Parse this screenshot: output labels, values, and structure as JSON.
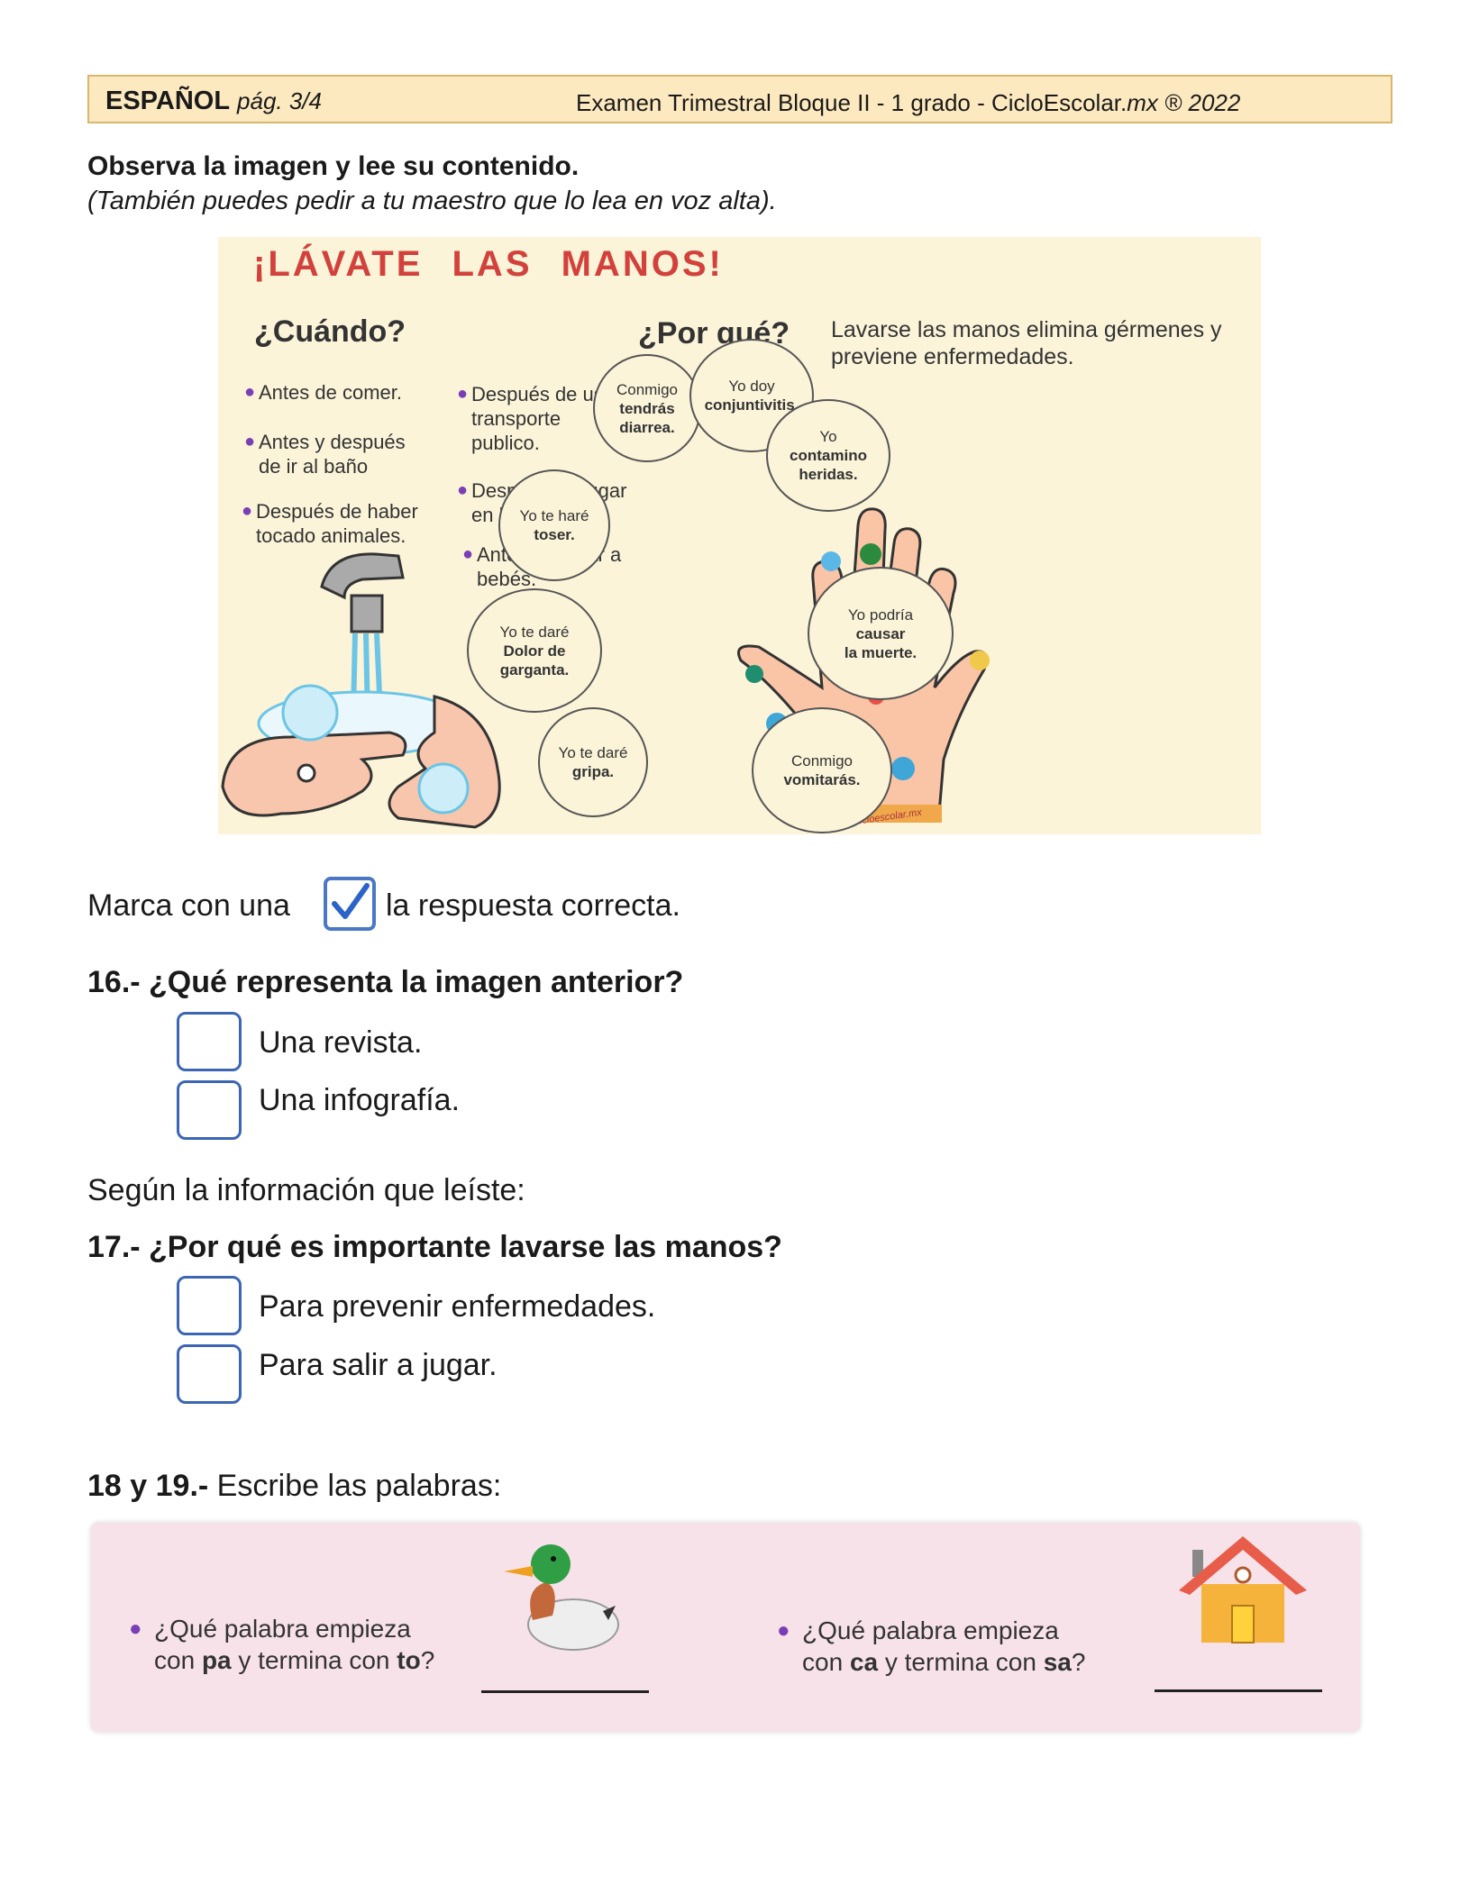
{
  "header": {
    "subject": "ESPAÑOL",
    "page": "pág. 3/4",
    "exam_plain": "Examen Trimestral Bloque II - 1 grado - CicloEscolar.",
    "exam_italic": "mx ® 2022"
  },
  "instructions": {
    "line1": "Observa la imagen y lee su contenido.",
    "line2": "(También puedes pedir a tu maestro que lo lea en voz alta)."
  },
  "infographic": {
    "title": "¡LÁVATE LAS MANOS!",
    "when_heading": "¿Cuándo?",
    "why_heading": "¿Por qué?",
    "why_text": "Lavarse las manos elimina gérmenes y previene enfermedades.",
    "when_items_left": [
      "Antes de comer.",
      "Antes y después de ir al baño",
      "Después de haber tocado animales."
    ],
    "when_items_right": [
      "Después de usar transporte publico.",
      "Después de jugar en la calle.",
      "Antes de tocar a bebés."
    ],
    "bubbles": {
      "diarrea": {
        "line1": "Conmigo",
        "line2": "tendrás",
        "line3": "diarrea."
      },
      "conjuntivitis": {
        "line1": "Yo doy",
        "line2": "conjuntivitis."
      },
      "heridas": {
        "line1": "Yo",
        "line2": "contamino",
        "line3": "heridas."
      },
      "toser": {
        "line1": "Yo te haré",
        "line2": "toser."
      },
      "garganta": {
        "line1": "Yo te daré",
        "line2": "Dolor de",
        "line3": "garganta."
      },
      "muerte": {
        "line1": "Yo podría",
        "line2": "causar",
        "line3": "la muerte."
      },
      "gripa": {
        "line1": "Yo te daré",
        "line2": "gripa."
      },
      "vomitar": {
        "line1": "Conmigo",
        "line2": "vomitarás."
      }
    },
    "website": "www.cicloescolar.mx"
  },
  "mark_instruction": {
    "before": "Marca con una",
    "after": "la respuesta correcta."
  },
  "q16": {
    "question": "16.- ¿Qué representa la imagen anterior?",
    "options": [
      "Una revista.",
      "Una infografía."
    ]
  },
  "info_read": "Según la información que leíste:",
  "q17": {
    "question": "17.- ¿Por qué es importante lavarse las manos?",
    "options": [
      "Para prevenir enfermedades.",
      "Para salir a jugar."
    ]
  },
  "q18_19": {
    "label_bold": "18 y 19.-",
    "label_text": " Escribe las palabras:",
    "left": {
      "line1": "¿Qué palabra empieza",
      "pre": "con ",
      "start": "pa",
      "mid": " y termina con ",
      "end": "to",
      "post": "?"
    },
    "right": {
      "line1": "¿Qué palabra empieza",
      "pre": "con ",
      "start": "ca",
      "mid": " y termina con ",
      "end": "sa",
      "post": "?"
    }
  },
  "colors": {
    "header_bg": "#fde9bf",
    "title_red": "#d2413c",
    "checkbox_blue": "#3c66b4",
    "panel_pink": "#f8e2ea"
  }
}
